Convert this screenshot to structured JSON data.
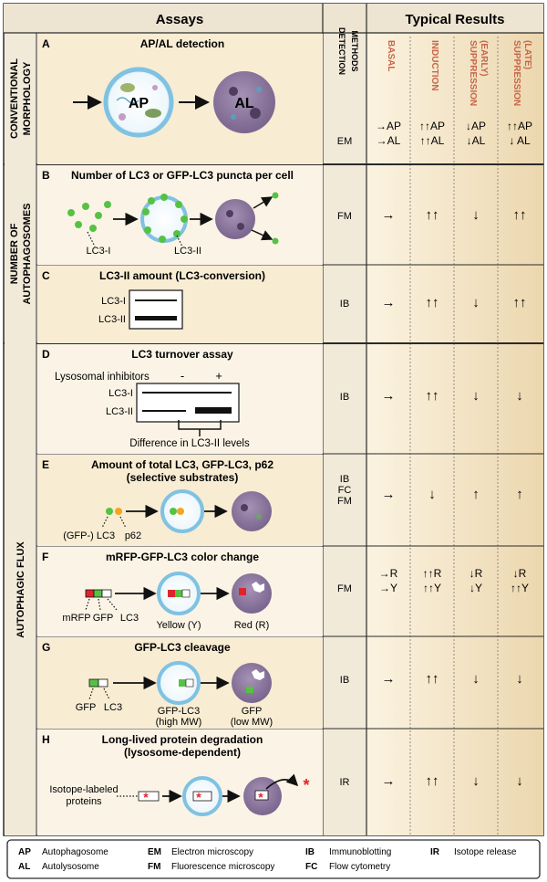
{
  "headers": {
    "assays": "Assays",
    "detection_methods": [
      "DETECTION",
      "METHODS"
    ],
    "typical_results": "Typical Results",
    "result_columns": [
      {
        "lines": [
          "BASAL"
        ]
      },
      {
        "lines": [
          "INDUCTION"
        ]
      },
      {
        "lines": [
          "SUPPRESSION",
          "(EARLY)"
        ]
      },
      {
        "lines": [
          "SUPPRESSION",
          "(LATE)"
        ]
      }
    ]
  },
  "groups": [
    {
      "lines": [
        "CONVENTIONAL",
        "MORPHOLOGY"
      ]
    },
    {
      "lines": [
        "NUMBER OF",
        "AUTOPHAGOSOMES"
      ]
    },
    {
      "lines": [
        "AUTOPHAGIC FLUX"
      ]
    }
  ],
  "assays": [
    {
      "letter": "A",
      "title": [
        "AP/AL detection"
      ],
      "method": [
        "EM"
      ],
      "results": [
        [
          "→AP",
          "→AL"
        ],
        [
          "↑↑AP",
          "↑↑AL"
        ],
        [
          "↓AP",
          "↓AL"
        ],
        [
          "↑↑AP",
          "↓ AL"
        ]
      ]
    },
    {
      "letter": "B",
      "title": [
        "Number of LC3 or GFP-LC3 puncta per cell"
      ],
      "method": [
        "FM"
      ],
      "results": [
        [
          "→"
        ],
        [
          "↑↑"
        ],
        [
          "↓"
        ],
        [
          "↑↑"
        ]
      ]
    },
    {
      "letter": "C",
      "title": [
        "LC3-II amount (LC3-conversion)"
      ],
      "method": [
        "IB"
      ],
      "results": [
        [
          "→"
        ],
        [
          "↑↑"
        ],
        [
          "↓"
        ],
        [
          "↑↑"
        ]
      ]
    },
    {
      "letter": "D",
      "title": [
        "LC3 turnover assay"
      ],
      "method": [
        "IB"
      ],
      "results": [
        [
          "→"
        ],
        [
          "↑↑"
        ],
        [
          "↓"
        ],
        [
          "↓"
        ]
      ]
    },
    {
      "letter": "E",
      "title": [
        "Amount of total LC3, GFP-LC3, p62",
        "(selective substrates)"
      ],
      "method": [
        "IB",
        "FC",
        "FM"
      ],
      "results": [
        [
          "→"
        ],
        [
          "↓"
        ],
        [
          "↑"
        ],
        [
          "↑"
        ]
      ]
    },
    {
      "letter": "F",
      "title": [
        "mRFP-GFP-LC3 color change"
      ],
      "method": [
        "FM"
      ],
      "results": [
        [
          "→R",
          "→Y"
        ],
        [
          "↑↑R",
          "↑↑Y"
        ],
        [
          "↓R",
          "↓Y"
        ],
        [
          "↓R",
          "↑↑Y"
        ]
      ]
    },
    {
      "letter": "G",
      "title": [
        "GFP-LC3 cleavage"
      ],
      "method": [
        "IB"
      ],
      "results": [
        [
          "→"
        ],
        [
          "↑↑"
        ],
        [
          "↓"
        ],
        [
          "↓"
        ]
      ]
    },
    {
      "letter": "H",
      "title": [
        "Long-lived protein degradation",
        "(lysosome-dependent)"
      ],
      "method": [
        "IR"
      ],
      "results": [
        [
          "→"
        ],
        [
          "↑↑"
        ],
        [
          "↓"
        ],
        [
          "↓"
        ]
      ]
    }
  ],
  "illustrations": {
    "ap": "AP",
    "al": "AL",
    "lc3_i": "LC3-I",
    "lc3_ii": "LC3-II",
    "lysosomal_inhibitors": "Lysosomal inhibitors",
    "minus": "-",
    "plus": "+",
    "difference": "Difference in LC3-II levels",
    "gfp_prefix": "(GFP-)",
    "lc3": "LC3",
    "p62": "p62",
    "mrfp": "mRFP",
    "gfp": "GFP",
    "yellow": "Yellow (Y)",
    "red": "Red (R)",
    "gfp_lc3": "GFP-LC3",
    "high_mw": "(high MW)",
    "low_mw": "(low MW)",
    "isotope_labeled": "Isotope-labeled",
    "proteins": "proteins",
    "star": "*"
  },
  "legend": [
    {
      "abbr": "AP",
      "term": "Autophagosome"
    },
    {
      "abbr": "AL",
      "term": "Autolysosome"
    },
    {
      "abbr": "EM",
      "term": "Electron microscopy"
    },
    {
      "abbr": "FM",
      "term": "Fluorescence microscopy"
    },
    {
      "abbr": "IB",
      "term": "Immunoblotting"
    },
    {
      "abbr": "FC",
      "term": "Flow cytometry"
    },
    {
      "abbr": "IR",
      "term": "Isotope release"
    }
  ],
  "colors": {
    "panel_fill": "#f8ecd3",
    "header_fill": "#ede4d2",
    "border": "#2a2a2a",
    "result_header_text": "#c8664b",
    "membrane": "#a9d8ee",
    "lysosome": "#8f7aa0",
    "lc3_dot": "#55c244",
    "p62_dot": "#f2a623",
    "mrfp": "#e0242c",
    "star": "#e0242c"
  }
}
